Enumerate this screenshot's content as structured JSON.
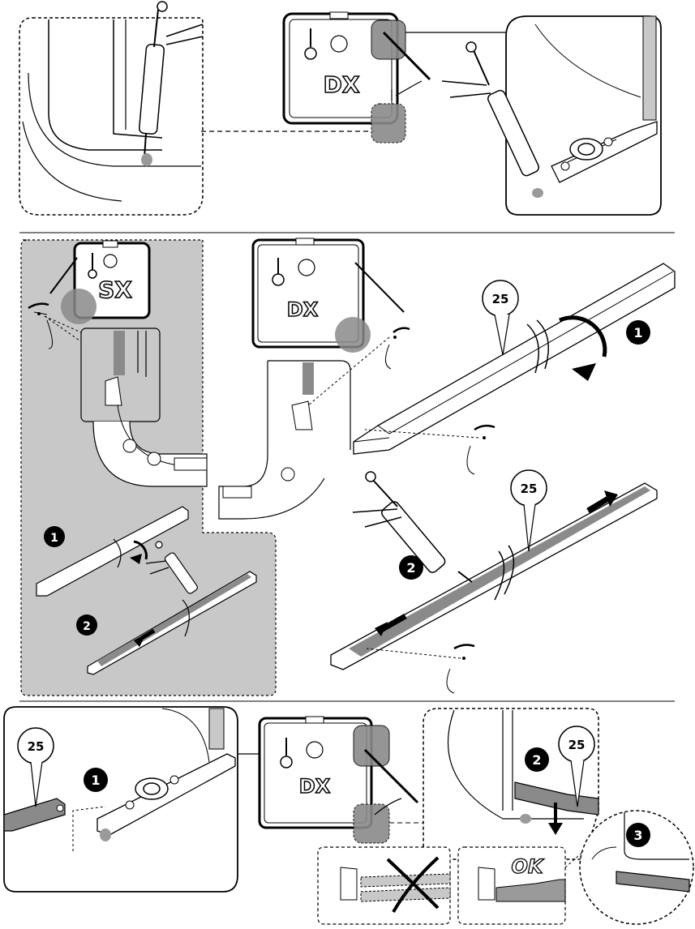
{
  "labels": {
    "dx": "DX",
    "sx": "SX",
    "size_25": "25",
    "ok": "OK"
  },
  "steps": {
    "one": "1",
    "two": "2",
    "three": "3"
  },
  "colors": {
    "ink": "#000000",
    "panel_gray": "#c8c8c8",
    "highlight_gray": "#8a8a8a",
    "fill_gray": "#9a9a9a"
  }
}
